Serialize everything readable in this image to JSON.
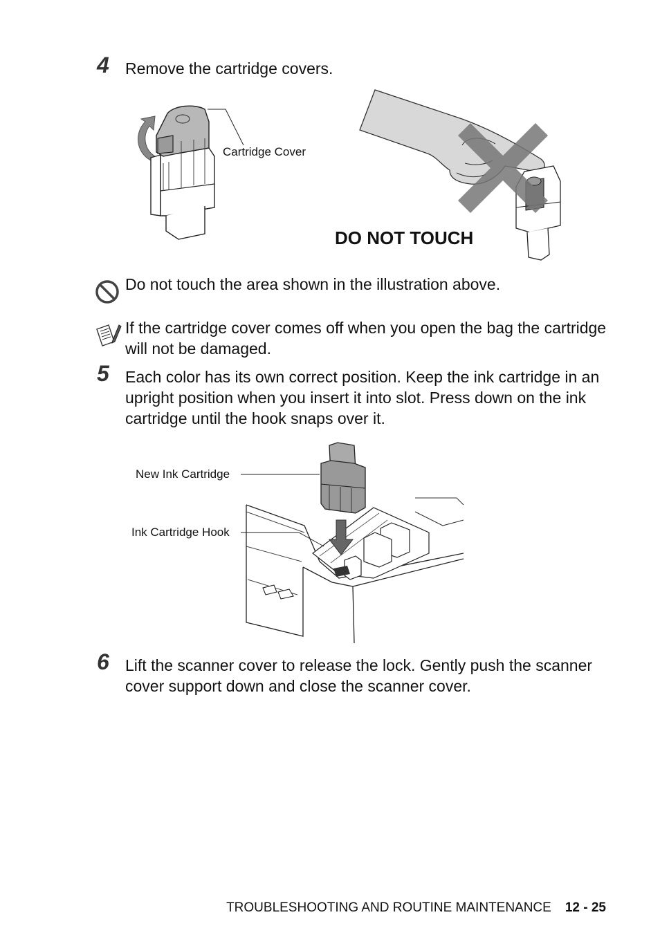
{
  "steps": [
    {
      "number": "4",
      "text": "Remove the cartridge covers."
    },
    {
      "number": "5",
      "text": "Each color has its own correct position. Keep the ink cartridge in an upright position when you insert it into slot. Press down on the ink cartridge until the hook snaps over it."
    },
    {
      "number": "6",
      "text": "Lift the scanner cover to release the lock. Gently push the scanner cover support down and close the scanner cover."
    }
  ],
  "figure1": {
    "cartridge_cover_label": "Cartridge Cover",
    "warning_label": "DO NOT TOUCH"
  },
  "caution": {
    "icon": "prohibited-icon",
    "text": "Do not touch the area shown in the illustration above."
  },
  "note": {
    "icon": "note-pencil-icon",
    "text": "If the cartridge cover comes off when you open the bag the cartridge will not be damaged."
  },
  "figure2": {
    "new_cartridge_label": "New Ink Cartridge",
    "hook_label": "Ink Cartridge Hook"
  },
  "footer": {
    "section": "TROUBLESHOOTING AND ROUTINE MAINTENANCE",
    "page": "12 - 25"
  }
}
